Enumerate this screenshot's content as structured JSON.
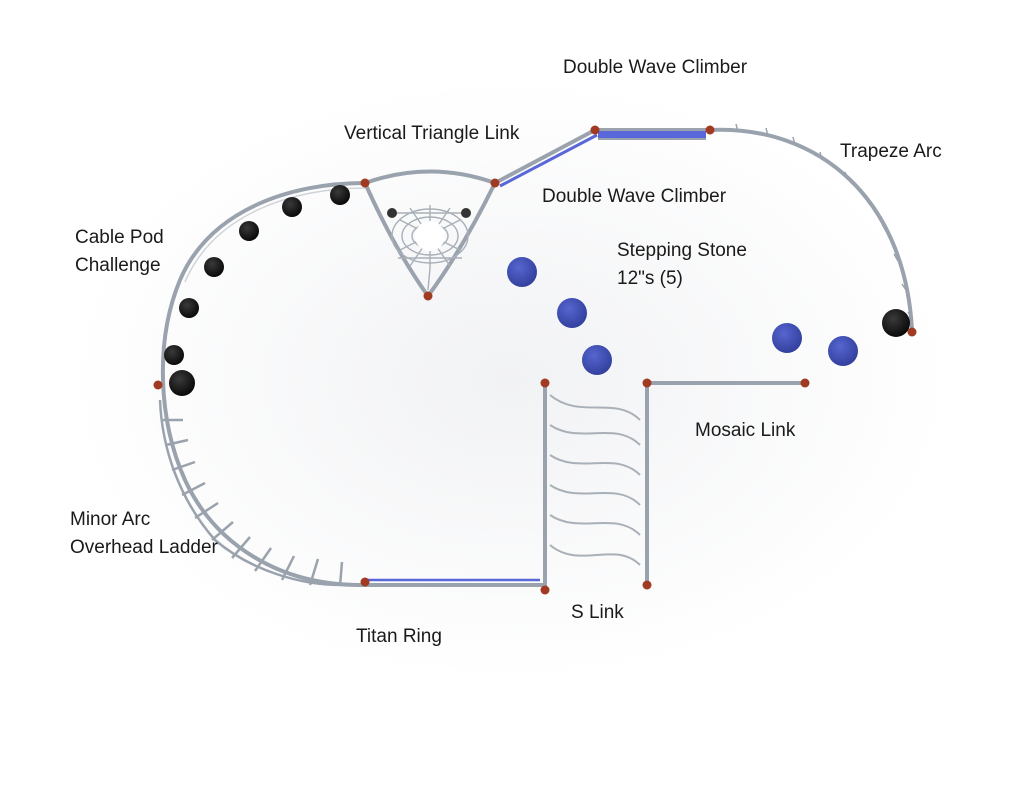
{
  "labels": {
    "double_wave_top": "Double Wave Climber",
    "vertical_triangle": "Vertical Triangle Link",
    "trapeze_arc": "Trapeze Arc",
    "double_wave_inner": "Double Wave Climber",
    "cable_pod_1": "Cable Pod",
    "cable_pod_2": "Challenge",
    "stepping_stone_1": "Stepping Stone",
    "stepping_stone_2": "12\"s (5)",
    "mosaic_link": "Mosaic Link",
    "minor_arc_1": "Minor Arc",
    "minor_arc_2": "Overhead Ladder",
    "titan_ring": "Titan Ring",
    "s_link": "S Link"
  },
  "colors": {
    "frame": "#9aa3ad",
    "post": "#a13a22",
    "pod": "#111111",
    "stone": "#3f4fb8",
    "wave": "#5a67d8"
  },
  "components": {
    "stepping_stone_count": 5,
    "cable_pod_count": 8
  }
}
